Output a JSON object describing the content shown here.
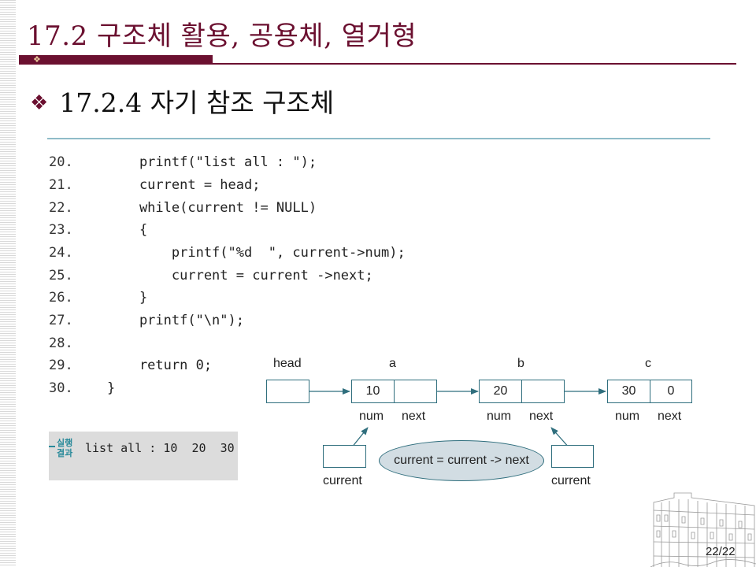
{
  "slide": {
    "title": "17.2 구조체 활용, 공용체, 열거형",
    "bullet_symbol": "❖",
    "section_heading": "17.2.4 자기 참조 구조체",
    "page_number": "22/22"
  },
  "code": [
    {
      "ln": "20.",
      "text": "    printf(\"list all : \");"
    },
    {
      "ln": "21.",
      "text": "    current = head;"
    },
    {
      "ln": "22.",
      "text": "    while(current != NULL)"
    },
    {
      "ln": "23.",
      "text": "    {"
    },
    {
      "ln": "24.",
      "text": "        printf(\"%d  \", current->num);"
    },
    {
      "ln": "25.",
      "text": "        current = current ->next;"
    },
    {
      "ln": "26.",
      "text": "    }"
    },
    {
      "ln": "27.",
      "text": "    printf(\"\\n\");"
    },
    {
      "ln": "28.",
      "text": ""
    },
    {
      "ln": "29.",
      "text": "    return 0;"
    },
    {
      "ln": "30.",
      "text": "}"
    }
  ],
  "result": {
    "label_line1": "실행",
    "label_line2": "결과",
    "output": "list all : 10  20  30"
  },
  "diagram": {
    "head_label": "head",
    "nodes": [
      {
        "name": "a",
        "num": "10",
        "next": ""
      },
      {
        "name": "b",
        "num": "20",
        "next": ""
      },
      {
        "name": "c",
        "num": "30",
        "next": "0"
      }
    ],
    "field_num_label": "num",
    "field_next_label": "next",
    "current_label": "current",
    "ellipse_text": "current = current -> next"
  },
  "colors": {
    "title": "#6b1030",
    "diagram_stroke": "#2f6e7d",
    "code_rule": "#8fbcc8"
  }
}
